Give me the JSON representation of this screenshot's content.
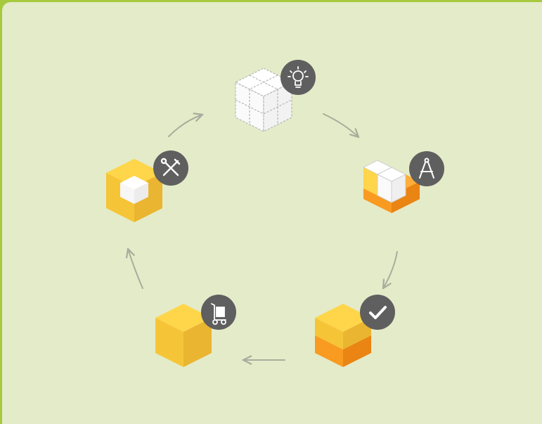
{
  "colors": {
    "background": "#e4ebc9",
    "border": "#a6c93e",
    "yellow_top": "#ffd54a",
    "yellow_left": "#f5c537",
    "yellow_right": "#eab530",
    "orange_top": "#ffad3b",
    "orange_left": "#f99a21",
    "orange_right": "#ea8412",
    "badge": "#5f5f5f",
    "arrow": "#a8ad9c"
  },
  "cycle": {
    "stages": [
      {
        "name": "idea",
        "cube_style": "wireframe-grid",
        "badge_icon": "lightbulb-icon"
      },
      {
        "name": "design",
        "cube_style": "partially-built",
        "badge_icon": "compass-icon"
      },
      {
        "name": "verify",
        "cube_style": "two-layer-filled",
        "badge_icon": "checkmark-icon"
      },
      {
        "name": "deliver",
        "cube_style": "solid-yellow",
        "badge_icon": "hand-truck-icon"
      },
      {
        "name": "maintain",
        "cube_style": "hexagon-with-inner-cube",
        "badge_icon": "tools-icon"
      }
    ],
    "arrow_direction": "clockwise"
  }
}
